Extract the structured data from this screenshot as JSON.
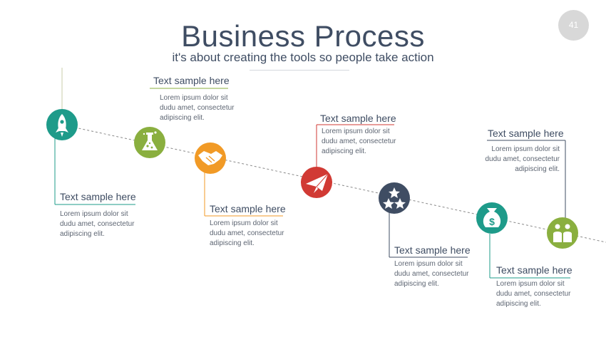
{
  "slide": {
    "title": "Business Process",
    "subtitle": "it's about creating the tools so people take action",
    "page_number": "41"
  },
  "steps": [
    {
      "icon": "rocket-icon",
      "color": "#1e9b8a",
      "label": "Text sample here",
      "lines": [
        "Lorem ipsum dolor sit",
        "dudu amet, consectetur",
        "adipiscing elit."
      ]
    },
    {
      "icon": "flask-icon",
      "color": "#8aaf3f",
      "label": "Text sample here",
      "lines": [
        "Lorem ipsum dolor sit",
        "dudu amet, consectetur",
        "adipiscing elit."
      ]
    },
    {
      "icon": "handshake-icon",
      "color": "#f19a26",
      "label": "Text sample here",
      "lines": [
        "Lorem ipsum dolor sit",
        "dudu amet, consectetur",
        "adipiscing elit."
      ]
    },
    {
      "icon": "paper-plane-icon",
      "color": "#d13a34",
      "label": "Text sample here",
      "lines": [
        "Lorem ipsum dolor sit",
        "dudu amet, consectetur",
        "adipiscing elit."
      ]
    },
    {
      "icon": "stars-icon",
      "color": "#3f4d63",
      "label": "Text sample here",
      "lines": [
        "Lorem ipsum dolor sit",
        "dudu amet, consectetur",
        "adipiscing elit."
      ]
    },
    {
      "icon": "money-bag-icon",
      "color": "#1e9b8a",
      "label": "Text sample here",
      "lines": [
        "Lorem ipsum dolor sit",
        "dudu amet, consectetur",
        "adipiscing elit."
      ]
    },
    {
      "icon": "people-icon",
      "color": "#8aaf3f",
      "label": "Text sample here",
      "lines": [
        "Lorem ipsum dolor sit",
        "dudu amet, consectetur",
        "adipiscing elit."
      ]
    }
  ]
}
